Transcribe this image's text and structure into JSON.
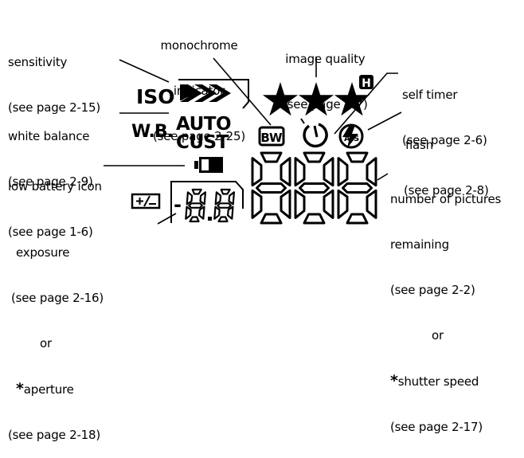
{
  "labels": {
    "monochrome": [
      "monochrome",
      "indicator",
      "(see page 2-25)"
    ],
    "sensitivity": [
      "sensitivity",
      "(see page 2-15)"
    ],
    "image_quality": [
      "image quality",
      "(see page 2-7)"
    ],
    "self_timer": [
      "self timer",
      "(see page 2-6)"
    ],
    "white_balance": [
      "white balance",
      "(see page 2-9)"
    ],
    "flash": [
      "flash",
      "(see page 2-8)"
    ],
    "low_battery": [
      "low battery icon",
      "(see page 1-6)"
    ],
    "pictures_remaining": [
      "number of pictures",
      "remaining",
      "(see page 2-2)"
    ],
    "pictures_or": "or",
    "shutter_star": "*",
    "shutter_speed": "shutter speed",
    "shutter_page": "(see page 2-17)",
    "exposure": [
      "exposure",
      "(see page 2-16)"
    ],
    "exposure_or": "or",
    "aperture_star": "*",
    "aperture": "aperture",
    "aperture_page": "(see page 2-18)"
  },
  "panel": {
    "iso": "ISO",
    "wb": "W.B.",
    "auto": "AUTO",
    "cust": "CUST",
    "bw": "BW",
    "h": "H",
    "exposure_icon": "+/-",
    "minus": "-",
    "small_digits": "8.8",
    "big_digits": "888"
  },
  "icons": [
    "fast-forward-arrows-icon",
    "star-icon",
    "self-timer-icon",
    "flash-auto-icon",
    "battery-icon",
    "exposure-compensation-icon"
  ]
}
